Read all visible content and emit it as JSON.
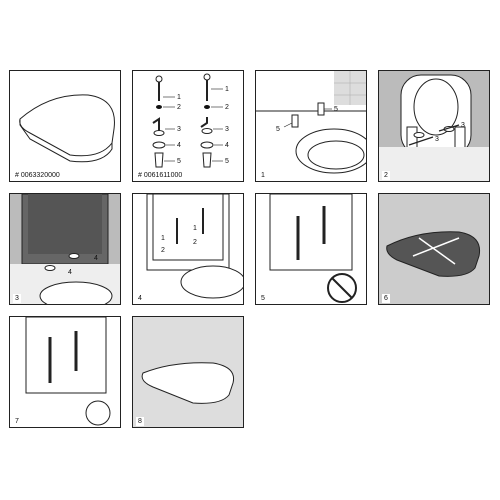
{
  "panels": [
    {
      "id": "a",
      "caption": "# 0063320000"
    },
    {
      "id": "b",
      "caption": "# 0061611000",
      "parts": [
        "1",
        "2",
        "3",
        "4",
        "5",
        "1",
        "2",
        "3",
        "4",
        "5"
      ]
    },
    {
      "id": "c",
      "caption": "1",
      "labels": [
        "5",
        "5"
      ]
    },
    {
      "id": "d",
      "caption": "2",
      "labels": [
        "3",
        "3"
      ]
    },
    {
      "id": "e",
      "caption": "3",
      "labels": [
        "4",
        "4"
      ]
    },
    {
      "id": "f",
      "caption": "4",
      "labels": [
        "1",
        "1",
        "2",
        "2"
      ]
    },
    {
      "id": "g",
      "caption": "5"
    },
    {
      "id": "h",
      "caption": "6"
    },
    {
      "id": "i",
      "caption": "7"
    },
    {
      "id": "j",
      "caption": "8"
    }
  ],
  "colors": {
    "line": "#222222",
    "tile": "#cfcfcf",
    "tile_dark": "#9a9a9a",
    "seat_dark": "#555555"
  }
}
